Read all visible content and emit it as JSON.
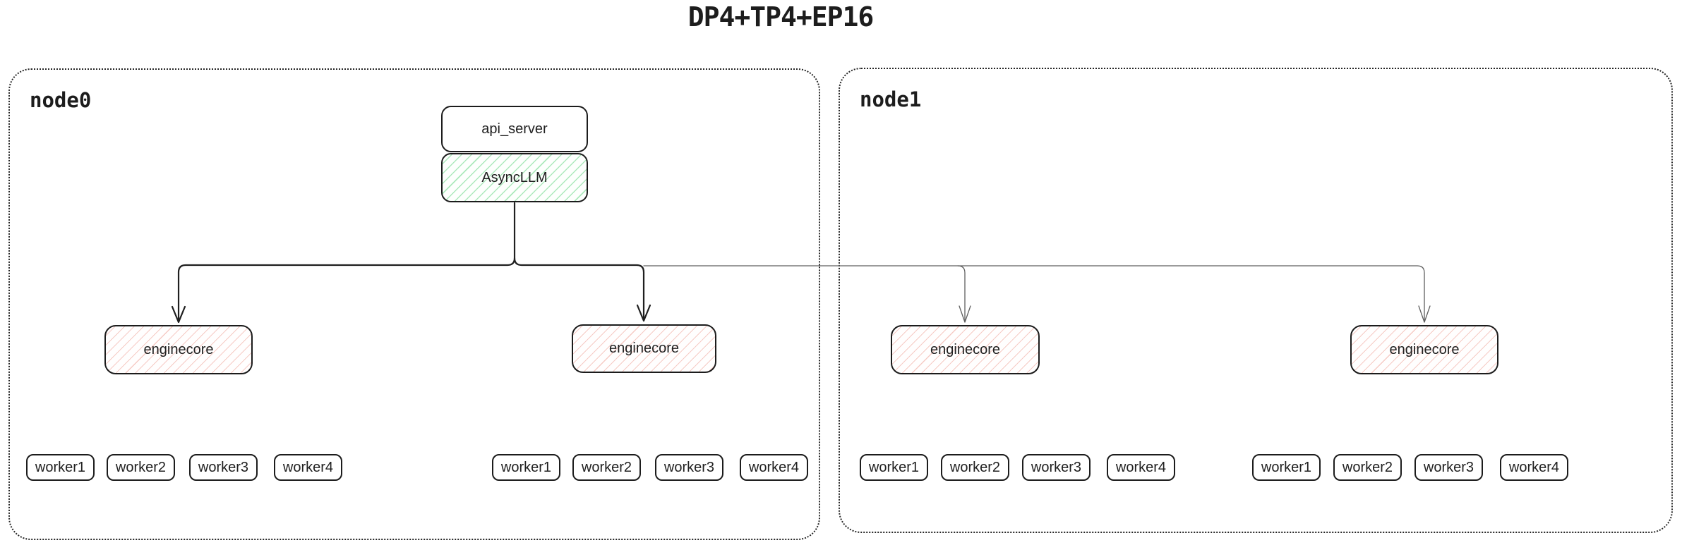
{
  "title": "DP4+TP4+EP16",
  "nodes": [
    {
      "label": "node0",
      "api_server_label": "api_server",
      "async_llm_label": "AsyncLLM",
      "enginecores": [
        "enginecore",
        "enginecore"
      ],
      "worker_groups": [
        [
          "worker1",
          "worker2",
          "worker3",
          "worker4"
        ],
        [
          "worker1",
          "worker2",
          "worker3",
          "worker4"
        ]
      ]
    },
    {
      "label": "node1",
      "enginecores": [
        "enginecore",
        "enginecore"
      ],
      "worker_groups": [
        [
          "worker1",
          "worker2",
          "worker3",
          "worker4"
        ],
        [
          "worker1",
          "worker2",
          "worker3",
          "worker4"
        ]
      ]
    }
  ],
  "colors": {
    "box_border": "#1c1c1c",
    "node_border": "#262626",
    "green_hatch": "#ace9bc",
    "red_hatch": "#f6cbc5",
    "thick_line": "#1f1f1f",
    "thin_line": "#5f5f5f"
  }
}
